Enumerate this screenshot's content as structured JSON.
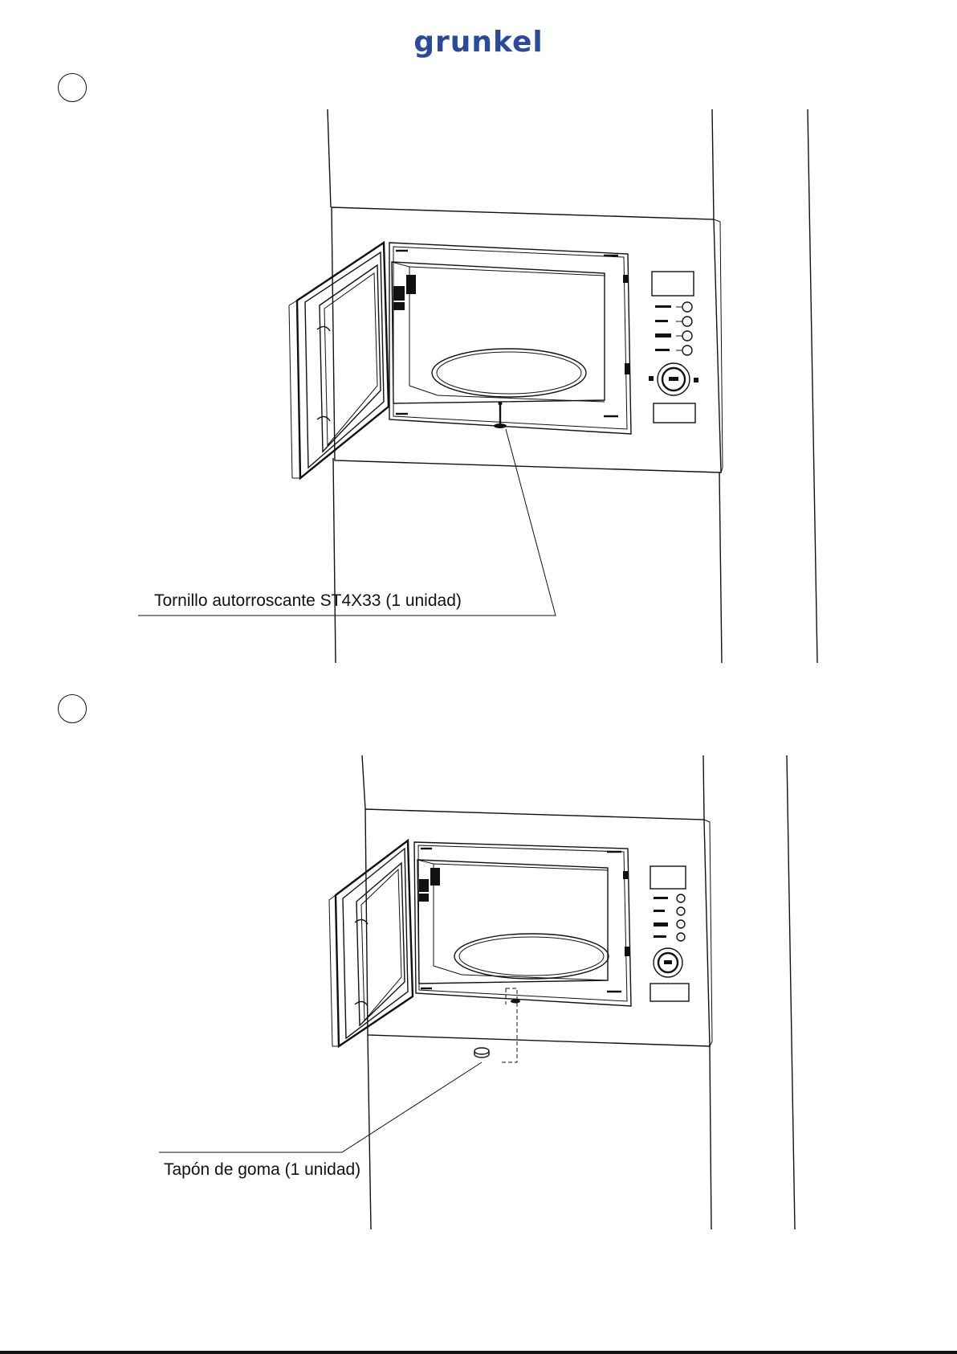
{
  "brand": {
    "name": "grunkel",
    "color": "#2b4a9b"
  },
  "steps": [
    {
      "callout": "Tornillo autorroscante ST4X33  (1 unidad)"
    },
    {
      "callout": "Tapón de goma (1 unidad)"
    }
  ]
}
